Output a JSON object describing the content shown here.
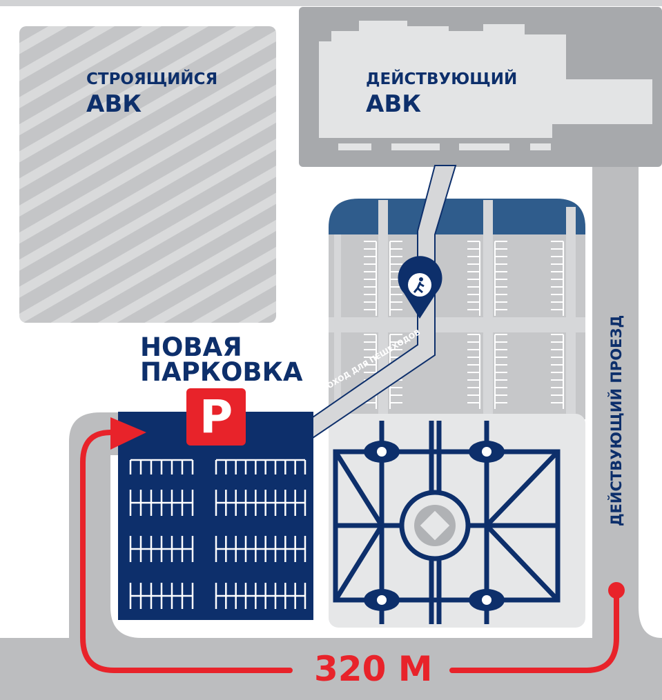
{
  "buildings": {
    "under_construction": {
      "line1": "СТРОЯЩИЙСЯ",
      "line2": "АВК"
    },
    "existing": {
      "line1": "ДЕЙСТВУЮЩИЙ",
      "line2": "АВК"
    }
  },
  "new_parking": {
    "line1": "НОВАЯ",
    "line2": "ПАРКОВКА",
    "sign": "P"
  },
  "pedestrian_path": {
    "label": "ПРОХОД ДЛЯ ПЕШЕХОДОВ",
    "icon": "pedestrian-pin-icon"
  },
  "road": {
    "label": "ДЕЙСТВУЮЩИЙ ПРОЕЗД"
  },
  "route": {
    "distance": "320 М"
  },
  "colors": {
    "navy": "#0d2f6b",
    "blue": "#2f5c8c",
    "red": "#e8232a",
    "gray": "#a7a9ac",
    "light_gray": "#c6c7c9"
  }
}
